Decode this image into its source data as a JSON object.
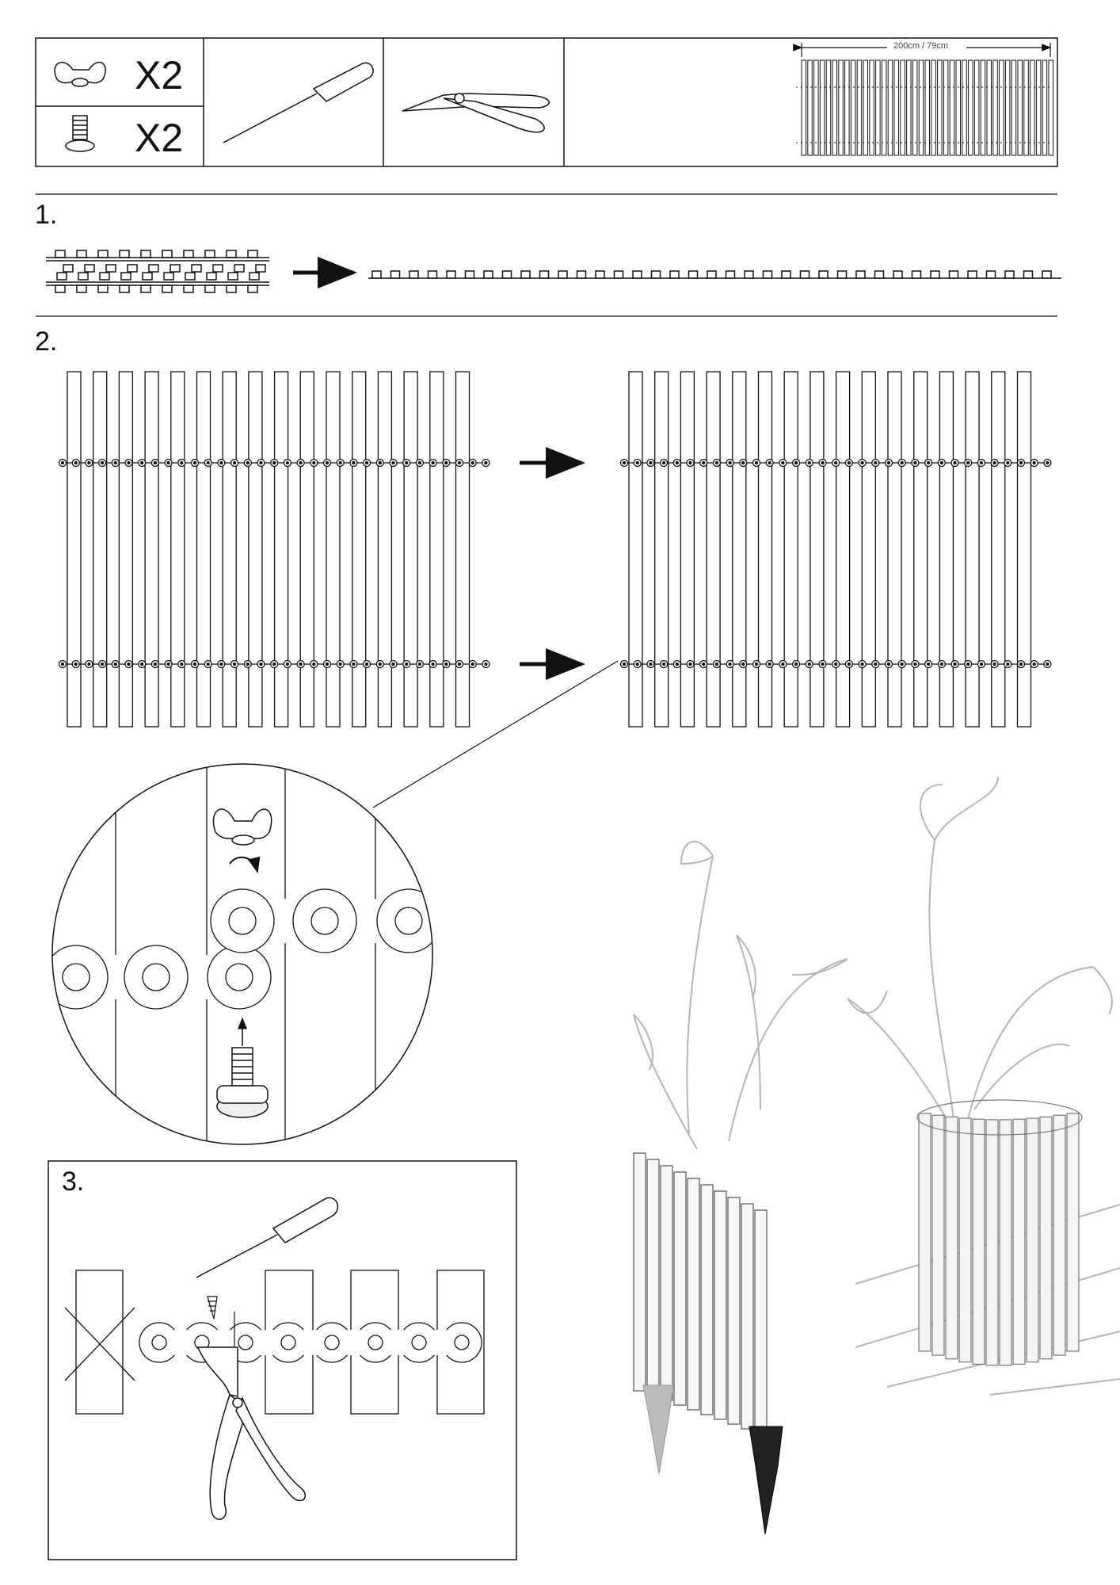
{
  "parts": {
    "wing_nut_qty": "X2",
    "bolt_qty": "X2",
    "dimension_label": "200cm / 79cm"
  },
  "steps": [
    {
      "number": "1."
    },
    {
      "number": "2."
    },
    {
      "number": "3."
    }
  ],
  "colors": {
    "line": "#111111",
    "illustration": "#b5b5b5"
  }
}
